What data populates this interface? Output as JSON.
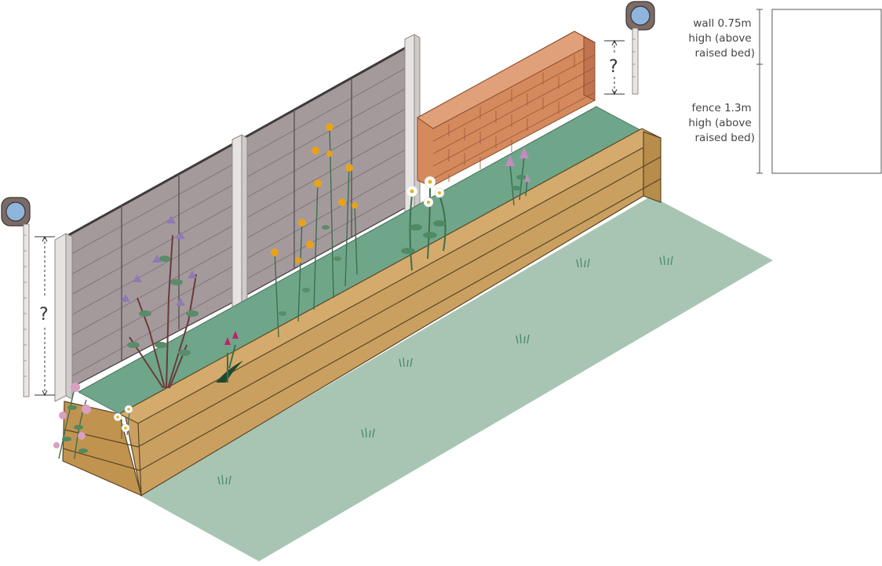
{
  "measure_labels": {
    "fence_unknown": "?",
    "wall_unknown": "?"
  },
  "dimension_labels": {
    "wall": [
      "wall 0.75m",
      "high (above",
      "raised bed)"
    ],
    "fence": [
      "fence 1.3m",
      "high (above",
      "raised bed)"
    ]
  },
  "colors": {
    "lawn": "#a8c5b4",
    "soil": "#6fa68a",
    "timber": "#c9a060",
    "fence": "#a49a9c",
    "brick": "#d58a5e",
    "tape": "#7a6b69"
  },
  "icons": [
    "tape-measure-icon",
    "flower-icon",
    "grass-tuft-icon"
  ]
}
